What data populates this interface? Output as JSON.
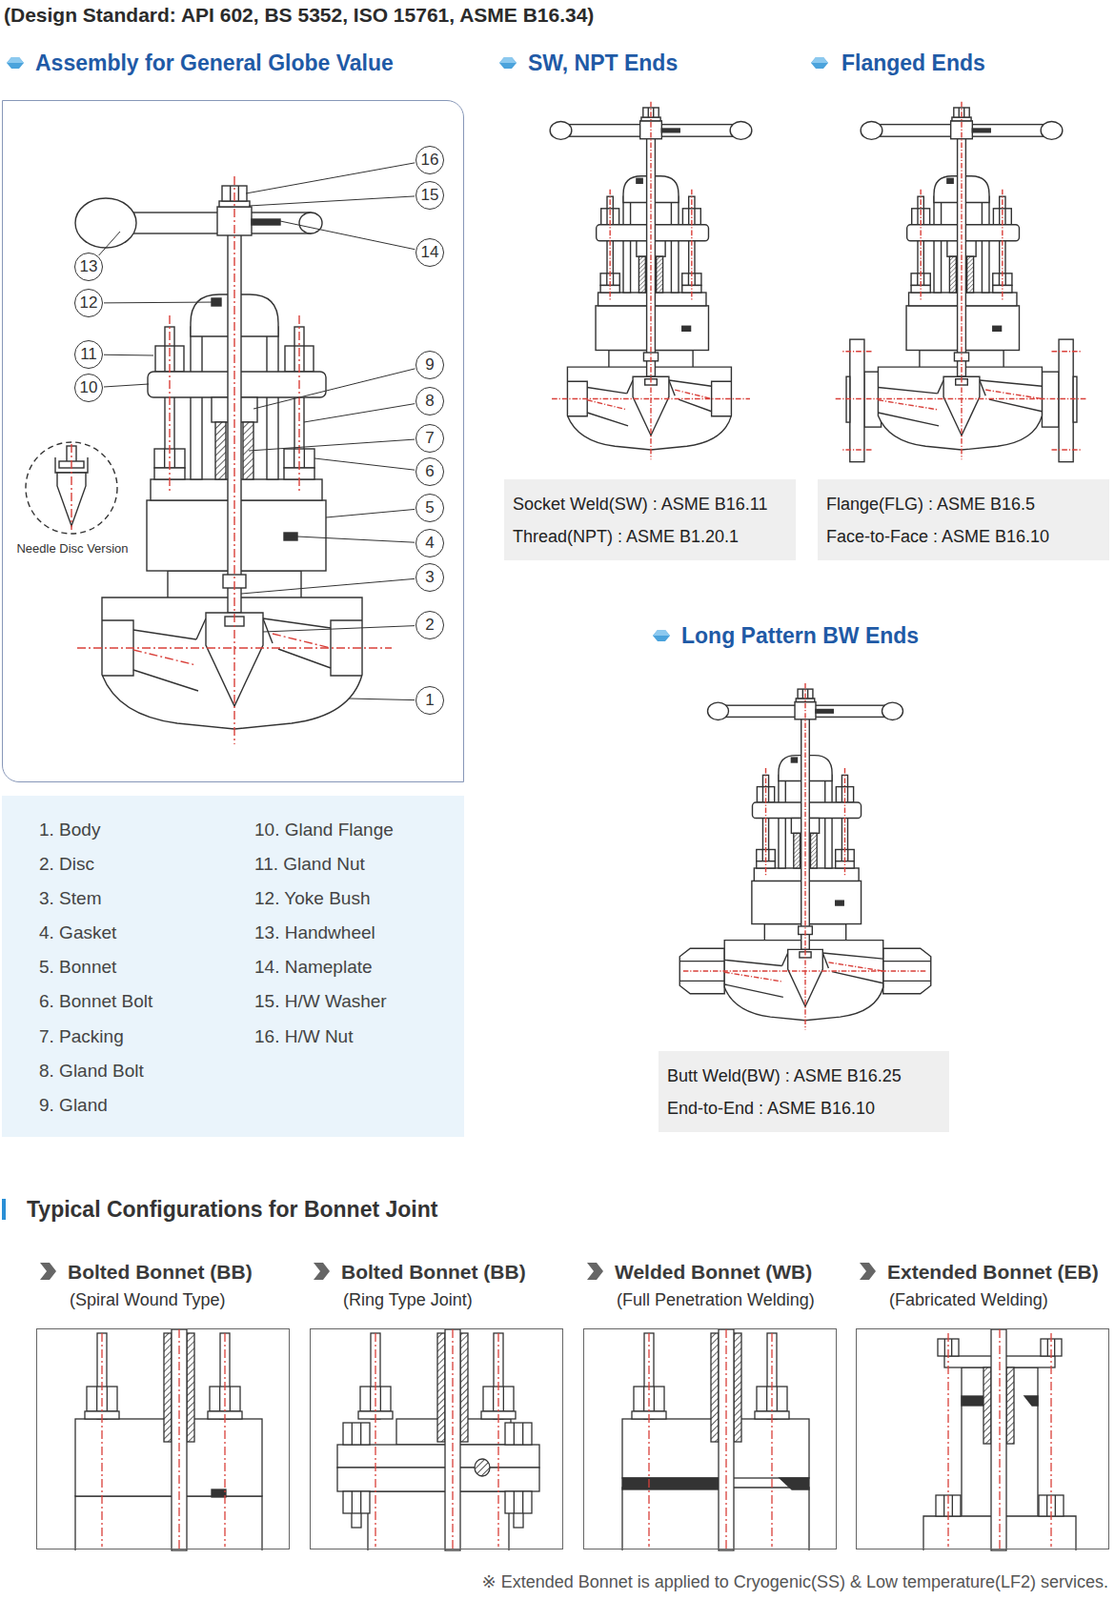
{
  "diagram": {
    "title": "(Design Standard: API 602, BS 5352, ISO 15761, ASME B16.34)",
    "caption": "※ Extended Bonnet is applied to Cryogenic(SS) & Low temperature(LF2) services.",
    "nodes": [
      {
        "text": [
          "Assembly for General Globe Value"
        ]
      },
      {
        "text": [
          "16"
        ],
        "in": 0
      },
      {
        "text": [
          "15"
        ],
        "in": 0
      },
      {
        "text": [
          "14"
        ],
        "in": 0
      },
      {
        "text": [
          "13"
        ],
        "in": 0
      },
      {
        "text": [
          "12"
        ],
        "in": 0
      },
      {
        "text": [
          "11"
        ],
        "in": 0
      },
      {
        "text": [
          "9"
        ],
        "in": 0
      },
      {
        "text": [
          "10"
        ],
        "in": 0
      },
      {
        "text": [
          "8"
        ],
        "in": 0
      },
      {
        "text": [
          "7"
        ],
        "in": 0
      },
      {
        "text": [
          "6"
        ],
        "in": 0
      },
      {
        "text": [
          "5"
        ],
        "in": 0
      },
      {
        "text": [
          "4"
        ],
        "in": 0
      },
      {
        "text": [
          "3"
        ],
        "in": 0
      },
      {
        "text": [
          "2"
        ],
        "in": 0
      },
      {
        "text": [
          "1"
        ],
        "in": 0
      },
      {
        "text": [
          "1. Body",
          "2. Disc",
          "3. Stem",
          "4. Gasket",
          "5. Bonnet",
          "6. Bonnet Bolt",
          "7. Packing",
          "8. Gland Bolt",
          "9. Gland",
          "10. Gland Flange",
          "11. Gland Nut",
          "12. Yoke Bush",
          "13. Handwheel",
          "14. Nameplate",
          "15. H/W Washer",
          "16. H/W Nut"
        ]
      },
      {
        "text": [
          "Socket Weld(SW) : ASME B16.11",
          "Thread(NPT) : ASME B1.20.1"
        ]
      },
      {
        "text": [
          "Flange(FLG) : ASME B16.5",
          "Face-to-Face : ASME B16.10"
        ]
      },
      {
        "text": [
          "Butt Weld(BW) : ASME B16.25",
          "End-to-End : ASME B16.10"
        ]
      },
      {
        "text": [
          "Bolted Bonnet (BB)",
          "(Spiral Wound Type)"
        ]
      },
      {
        "text": [
          "Bolted Bonnet (BB)",
          "(Ring Type Joint)"
        ]
      },
      {
        "text": [
          "Welded Bonnet (WB)",
          "(Full Penetration Welding)"
        ]
      },
      {
        "text": [
          "Extended Bonnet (EB)",
          "(Fabricated Welding)"
        ]
      }
    ],
    "labels": [
      "Needle Disc Version",
      "SW, NPT Ends",
      "Flanged Ends",
      "Long Pattern BW Ends",
      "Typical Configurations for Bonnet Joint"
    ]
  }
}
